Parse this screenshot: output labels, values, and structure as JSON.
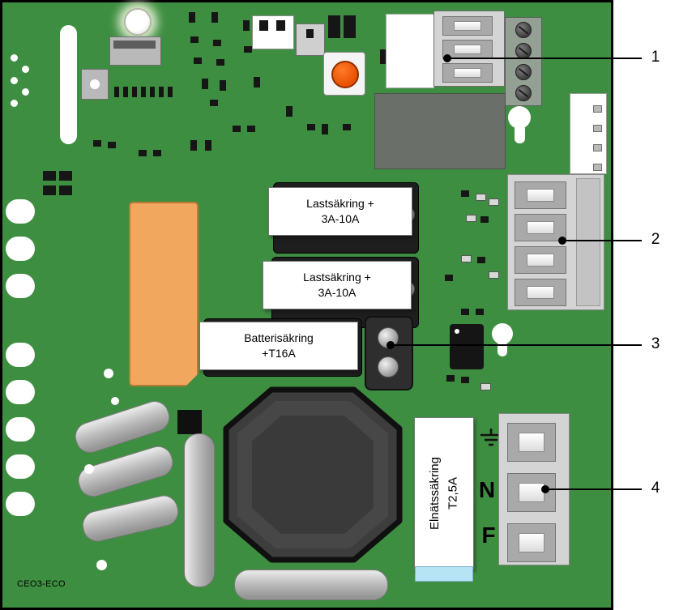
{
  "colors": {
    "board_green": "#3e8e41",
    "relay_orange": "#f2a75f",
    "button_orange": "#e85000",
    "terminal_gray": "#d4d4d4",
    "toroid_gray": "#3d3d3d",
    "highlight_blue": "#b7e4f4"
  },
  "board": {
    "code": "CEO3-ECO"
  },
  "labels": {
    "load_fuse_1": "Lastsäkring +\n3A-10A",
    "load_fuse_2": "Lastsäkring +\n3A-10A",
    "battery_fuse": "Batterisäkring\n+T16A",
    "mains_fuse": "Elnätssäkring\nT2,5A",
    "terminal_n": "N",
    "terminal_f": "F"
  },
  "callouts": [
    {
      "number": "1"
    },
    {
      "number": "2"
    },
    {
      "number": "3"
    },
    {
      "number": "4"
    }
  ]
}
